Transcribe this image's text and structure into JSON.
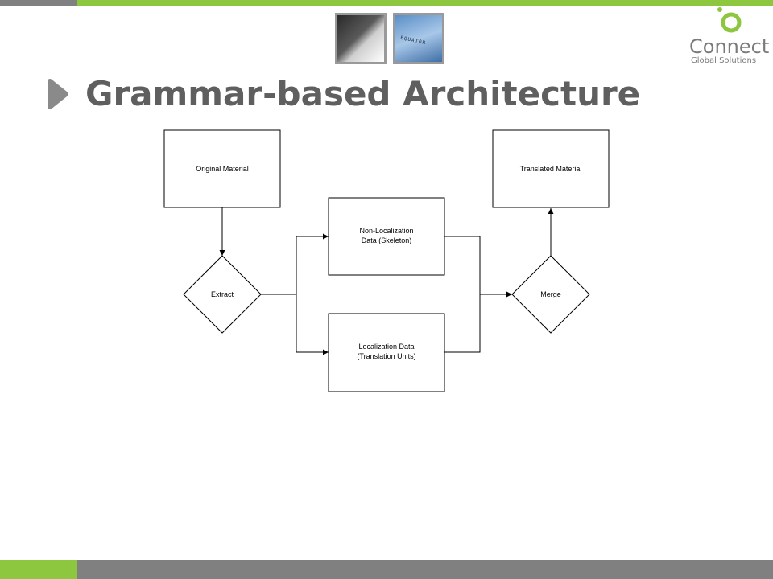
{
  "brand": {
    "name": "Connect",
    "tagline": "Global Solutions",
    "colors": {
      "green": "#8dc63f",
      "grey": "#808080",
      "title": "#5f5f5f"
    }
  },
  "photos": [
    {
      "icon": "portrait-photo"
    },
    {
      "icon": "sky-photo",
      "text": "EQUATOR"
    }
  ],
  "slide": {
    "title": "Grammar-based Architecture"
  },
  "diagram": {
    "nodes": {
      "original": {
        "lines": [
          "Original Material"
        ]
      },
      "extract": {
        "lines": [
          "Extract"
        ]
      },
      "skeleton": {
        "lines": [
          "Non-Localization",
          "Data (Skeleton)"
        ]
      },
      "units": {
        "lines": [
          "Localization Data",
          "(Translation Units)"
        ]
      },
      "merge": {
        "lines": [
          "Merge"
        ]
      },
      "translated": {
        "lines": [
          "Translated Material"
        ]
      }
    }
  }
}
